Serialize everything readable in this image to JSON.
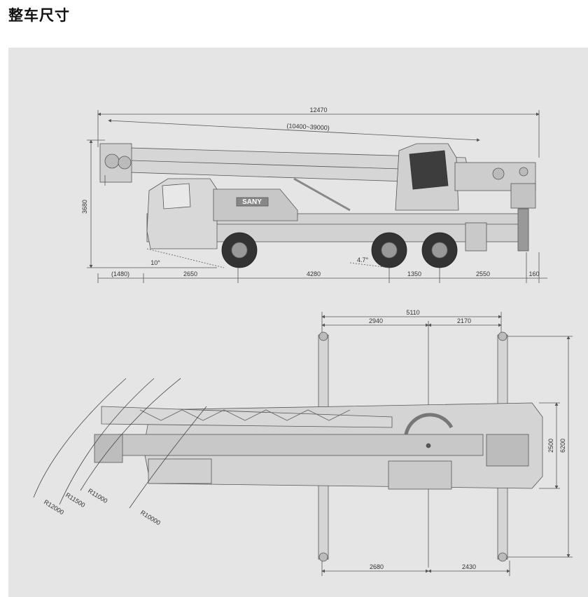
{
  "title": "整车尺寸",
  "colors": {
    "background": "#e5e5e5",
    "line": "#555555",
    "dimension": "#666666",
    "body": "#d0d0d0"
  },
  "side_view": {
    "overall_length": "12470",
    "boom_length_range": "(10400~39000)",
    "overall_height": "3680",
    "front_overhang": "(1480)",
    "wheelbase_front": "2650",
    "wheelbase_mid": "4280",
    "axle_spacing": "1350",
    "rear_overhang": "2550",
    "rear_extra": "160",
    "approach_angle": "10°",
    "departure_angle": "4.7°",
    "brand_logo": "SANY"
  },
  "top_view": {
    "outrigger_span_longitudinal": "5110",
    "outrigger_front_distance": "2940",
    "outrigger_rear_distance": "2170",
    "vehicle_width": "2500",
    "outrigger_span_transverse": "6200",
    "bottom_front_distance": "2680",
    "bottom_rear_distance": "2430",
    "radii": [
      "R12000",
      "R11500",
      "R11000",
      "R10000"
    ]
  }
}
